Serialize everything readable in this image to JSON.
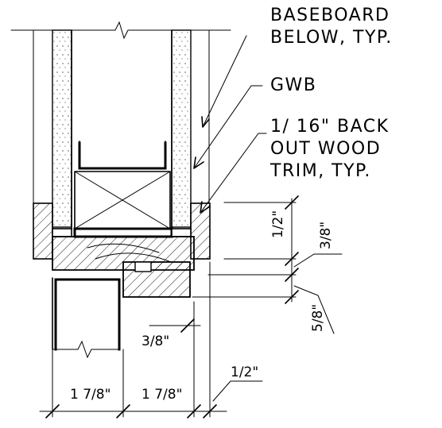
{
  "notes": {
    "baseboard": [
      "BASEBOARD",
      "BELOW, TYP."
    ],
    "gwb": "GWB",
    "trim": [
      "1/ 16\" BACK",
      "OUT WOOD",
      "TRIM, TYP."
    ]
  },
  "dimensions": {
    "half_top": "1/2\"",
    "three_eighths_right": "3/8\"",
    "five_eighths": "5/8\"",
    "three_eighths_bottom": "3/8\"",
    "width_left": "1 7/8\"",
    "width_center": "1 7/8\"",
    "half_right": "1/2\""
  }
}
